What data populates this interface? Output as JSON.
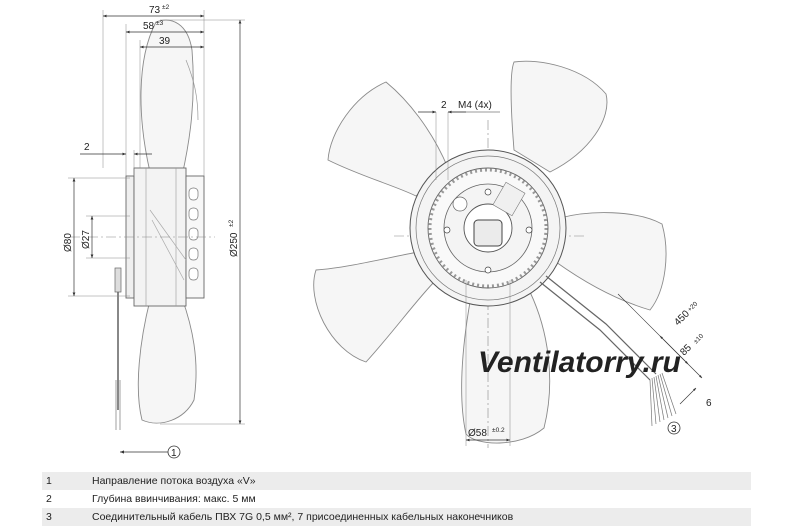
{
  "dimensions": {
    "overall_depth": "73",
    "overall_depth_tol": "±2",
    "motor_depth": "58",
    "motor_depth_tol": "±3",
    "flange_depth": "39",
    "offset": "2",
    "dia_motor": "Ø80",
    "dia_hub": "Ø27",
    "dia_impeller": "Ø250",
    "dia_impeller_tol": "±2",
    "mount_gap": "2",
    "mount_thread": "M4 (4x)",
    "cable_length": "450",
    "cable_length_tol": "+20",
    "strip_length": "85",
    "strip_length_tol": "±10",
    "wire_strip": "6",
    "bolt_circle": "Ø58",
    "bolt_circle_tol": "±0.2"
  },
  "callouts": {
    "airflow": "1",
    "cable": "3"
  },
  "watermark": "Ventilatorry.ru",
  "notes": [
    {
      "num": "1",
      "text": "Направление потока воздуха «V»"
    },
    {
      "num": "2",
      "text": "Глубина ввинчивания: макс. 5 мм"
    },
    {
      "num": "3",
      "text": "Соединительный кабель ПВХ 7G 0,5 мм², 7 присоединенных кабельных наконечников"
    }
  ]
}
